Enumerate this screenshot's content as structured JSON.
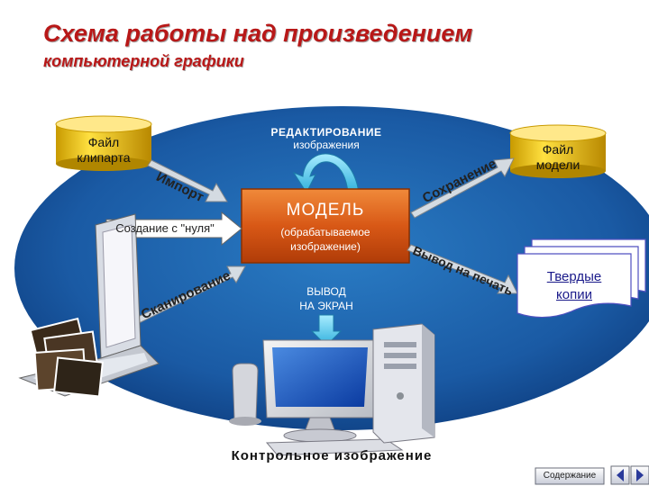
{
  "header": {
    "title": "Схема работы над произведением",
    "subtitle": "компьютерной графики"
  },
  "nodes": {
    "clipart_file": [
      "Файл",
      "клипарта"
    ],
    "model_file": [
      "Файл",
      "модели"
    ],
    "editing": {
      "title": "РЕДАКТИРОВАНИЕ",
      "subtitle": "изображения"
    },
    "model": {
      "title": "МОДЕЛЬ",
      "subtitle": [
        "(обрабатываемое",
        "изображение)"
      ]
    },
    "from_scratch": "Создание с \"нуля\"",
    "screen_output": [
      "ВЫВОД",
      "НА ЭКРАН"
    ],
    "hard_copies": [
      "Твердые",
      "копии"
    ],
    "control_image": "Контрольное изображение"
  },
  "arrows": {
    "import": "Импорт",
    "saving": "Сохранение",
    "print": "Вывод на печать",
    "scanning": "Сканирование"
  },
  "navigation": {
    "contents": "Содержание",
    "prev_icon": "arrow-left-icon",
    "next_icon": "arrow-right-icon"
  },
  "colors": {
    "title": "#b81818",
    "ellipse": "#1a60a8",
    "model_box": "#e0621a",
    "cylinder": "#e8b800",
    "arrow": "#40c0e0"
  }
}
